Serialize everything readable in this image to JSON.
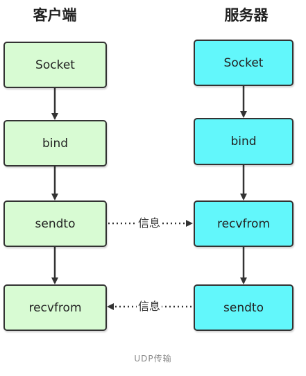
{
  "client": {
    "title": "客户端",
    "steps": [
      "Socket",
      "bind",
      "sendto",
      "recvfrom"
    ],
    "fill": "#d8fbd3"
  },
  "server": {
    "title": "服务器",
    "steps": [
      "Socket",
      "bind",
      "recvfrom",
      "sendto"
    ],
    "fill": "#62f7fb"
  },
  "messages": {
    "client_to_server": "信息",
    "server_to_client": "信息"
  },
  "caption": "UDP传输",
  "colors": {
    "border": "#333333",
    "arrow": "#333333"
  }
}
